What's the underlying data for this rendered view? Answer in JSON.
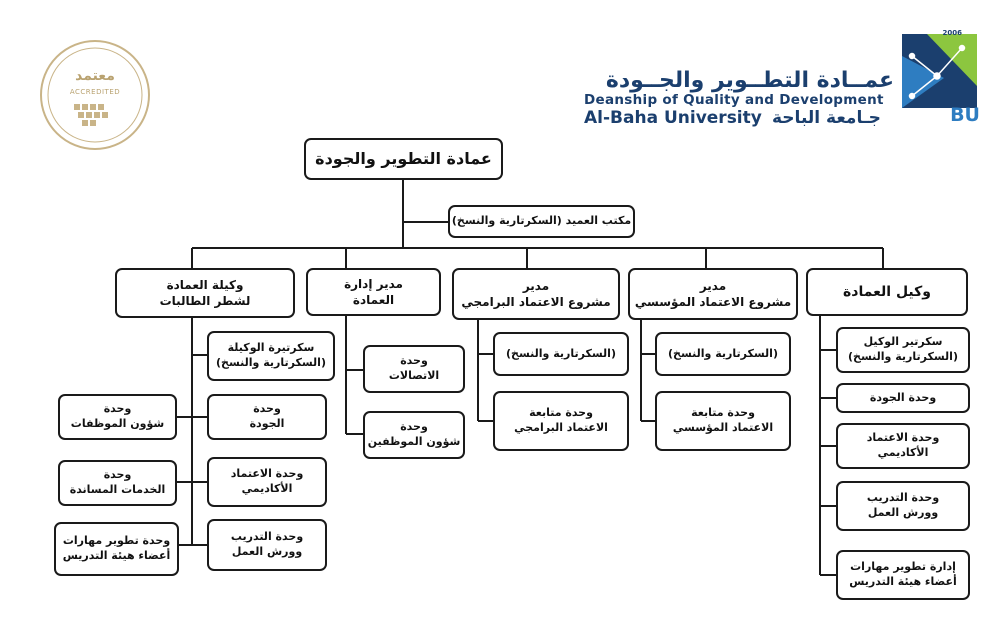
{
  "header": {
    "arabic_title": "عمــادة التطــوير والجــودة",
    "english_title": "Deanship of Quality and Development",
    "university_en": "Al-Baha University",
    "university_ar": "جـامعة الباحة",
    "logo_year": "2006",
    "logo_text": "BU"
  },
  "seal": {
    "arabic": "معتمد",
    "english": "ACCREDITED"
  },
  "chart": {
    "top": "عمادة التطوير والجودة",
    "dean_office": "مكتب العميد (السكرتارية والنسخ)",
    "branches": {
      "vice_dean": {
        "title": "وكيل العمادة",
        "units": [
          [
            "سكرتير الوكيل",
            "(السكرتارية والنسخ)"
          ],
          [
            "وحدة الجودة"
          ],
          [
            "وحدة الاعتماد",
            "الأكاديمي"
          ],
          [
            "وحدة التدريب",
            "وورش العمل"
          ],
          [
            "إدارة تطوير مهارات",
            "أعضاء هيئة التدريس"
          ]
        ]
      },
      "inst_accr": {
        "title": [
          "مدير",
          "مشروع الاعتماد المؤسسي"
        ],
        "units": [
          [
            "(السكرتارية والنسخ)"
          ],
          [
            "وحدة متابعة",
            "الاعتماد المؤسسي"
          ]
        ]
      },
      "prog_accr": {
        "title": [
          "مدير",
          "مشروع الاعتماد البرامجي"
        ],
        "units": [
          [
            "(السكرتارية والنسخ)"
          ],
          [
            "وحدة متابعة",
            "الاعتماد البرامجي"
          ]
        ]
      },
      "admin": {
        "title": [
          "مدير إدارة",
          "العمادة"
        ],
        "units": [
          [
            "وحدة",
            "الاتصالات"
          ],
          [
            "وحدة",
            "شؤون الموظفين"
          ]
        ]
      },
      "female_vice": {
        "title": [
          "وكيلة العمادة",
          "لشطر الطالبات"
        ],
        "units_right": [
          [
            "سكرتيرة الوكيلة",
            "(السكرتارية والنسخ)"
          ],
          [
            "وحدة",
            "الجودة"
          ],
          [
            "وحدة الاعتماد",
            "الأكاديمي"
          ],
          [
            "وحدة التدريب",
            "وورش العمل"
          ]
        ],
        "units_left": [
          [
            "وحدة",
            "شؤون الموظفات"
          ],
          [
            "وحدة",
            "الخدمات المساندة"
          ],
          [
            "وحدة تطوير مهارات",
            "أعضاء هيئة التدريس"
          ]
        ]
      }
    }
  },
  "colors": {
    "line": "#1a1a1a",
    "brand_blue": "#1b3f6e",
    "logo_green": "#8cc63f",
    "seal_gold": "#b9a270"
  }
}
